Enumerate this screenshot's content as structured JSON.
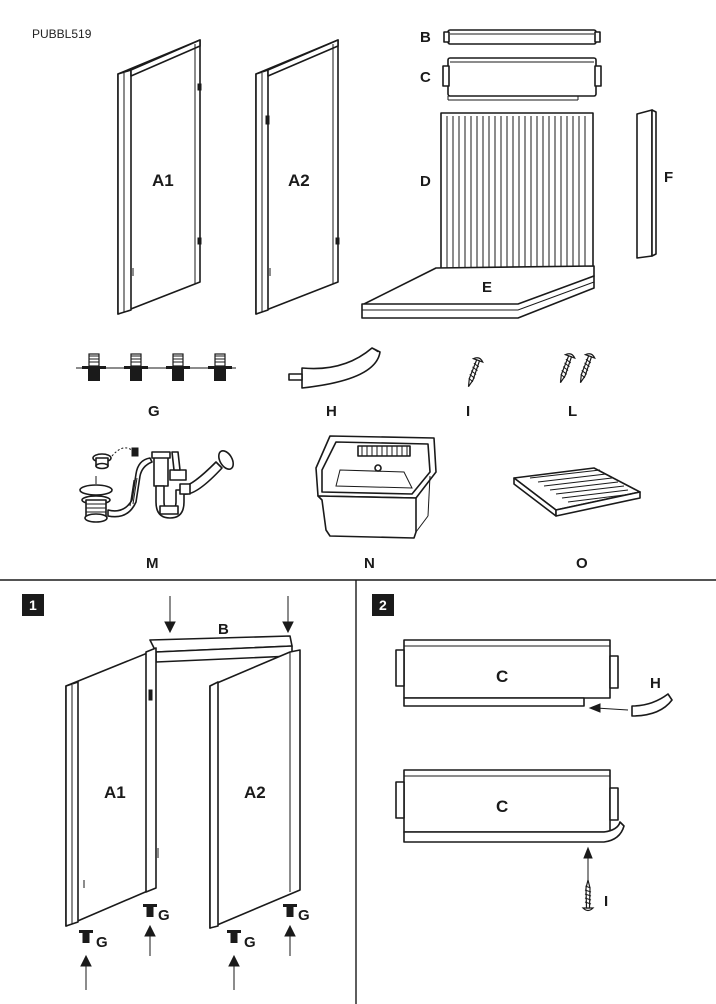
{
  "document": {
    "code": "PUBBL519"
  },
  "parts": {
    "A1": "A1",
    "A2": "A2",
    "B": "B",
    "C": "C",
    "D": "D",
    "E": "E",
    "F": "F",
    "G": "G",
    "H": "H",
    "I": "I",
    "L": "L",
    "M": "M",
    "N": "N",
    "O": "O"
  },
  "steps": [
    {
      "number": "1",
      "labels": {
        "A1": "A1",
        "A2": "A2",
        "B": "B",
        "G": "G"
      }
    },
    {
      "number": "2",
      "labels": {
        "C": "C",
        "H": "H",
        "I": "I"
      }
    }
  ],
  "colors": {
    "line": "#1a1a1a",
    "badge": "#1a1a1a",
    "background": "#ffffff"
  }
}
